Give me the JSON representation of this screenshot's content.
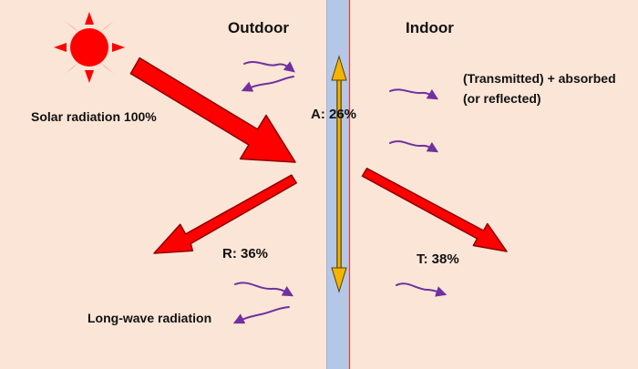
{
  "labels": {
    "outdoor": "Outdoor",
    "indoor": "Indoor",
    "solar": "Solar radiation 100%",
    "absorbed_pct": "A:  26%",
    "reflected_pct": "R: 36%",
    "transmitted_pct": "T: 38%",
    "transmitted_note_line1": "(Transmitted) + absorbed",
    "transmitted_note_line2": "(or reflected)",
    "longwave": "Long-wave radiation"
  },
  "colors": {
    "background": "#fbe5d6",
    "glass": "#b4c7e7",
    "glass_edge": "#e0402a",
    "arrow_red": "#ff0000",
    "arrow_outline": "#8b0000",
    "absorb_arrow": "#f4b400",
    "wave_arrow": "#7030a0",
    "sun": "#ff0000"
  },
  "icons": {
    "sun": "sun-icon",
    "wave": "heat-wave-arrow-icon"
  }
}
